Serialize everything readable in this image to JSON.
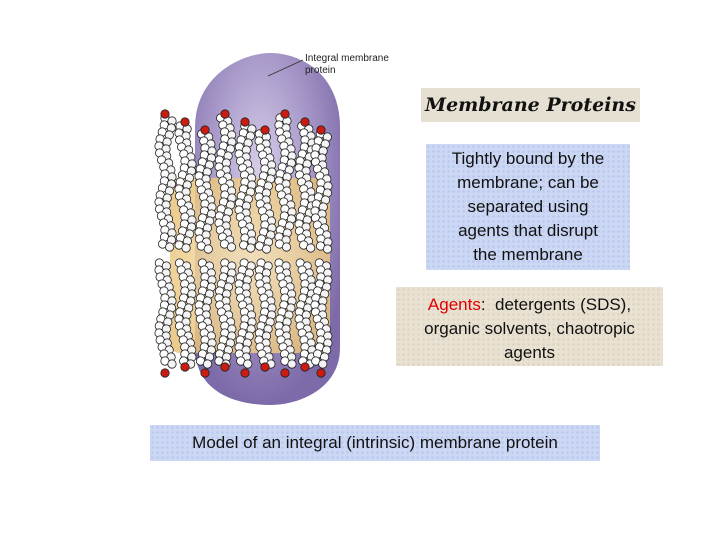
{
  "figure": {
    "label_line1": "Integral membrane",
    "label_line2": "protein"
  },
  "title": "Membrane Proteins",
  "description": {
    "lines": [
      "Tightly bound by the",
      "membrane; can be",
      "separated using",
      "agents that disrupt",
      "the membrane"
    ]
  },
  "agents": {
    "keyword": "Agents",
    "line1_rest": ":  detergents (SDS),",
    "line2": "organic solvents, chaotropic",
    "line3": "agents"
  },
  "caption": {
    "prefix": "Model of an ",
    "highlight": "integral (intrinsic)",
    "suffix": " membrane protein"
  },
  "colors": {
    "highlight": "#e00000",
    "protein": "#9c8cc0",
    "lipid_core": "#f2d9a0",
    "atom_oxygen": "#cc1b10"
  }
}
